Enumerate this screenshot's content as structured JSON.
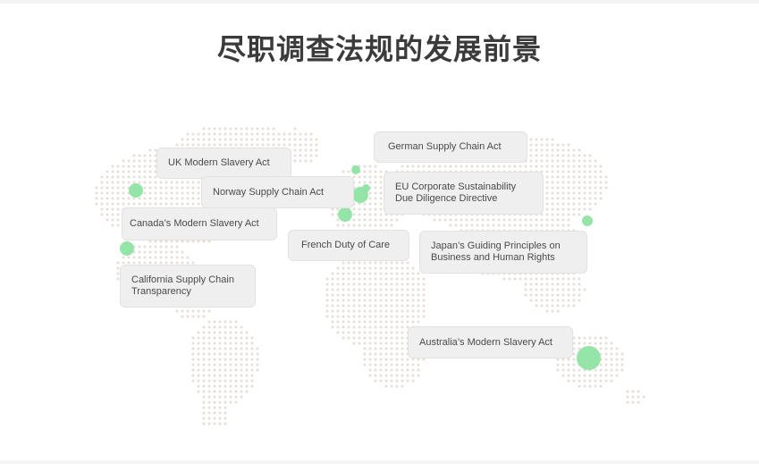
{
  "title": "尽职调查法规的发展前景",
  "colors": {
    "background": "#ffffff",
    "label_bg": "#efefef",
    "marker": "#8fe3a3",
    "map_dots": "#e6ddd6",
    "title_text": "#3b3b3b"
  },
  "regulations": [
    {
      "id": "uk",
      "label": "UK Modern Slavery Act"
    },
    {
      "id": "norway",
      "label": "Norway Supply Chain Act"
    },
    {
      "id": "canada",
      "label": "Canada’s Modern Slavery Act"
    },
    {
      "id": "california",
      "label": "California Supply Chain\nTransparency"
    },
    {
      "id": "french",
      "label": "French Duty of Care"
    },
    {
      "id": "german",
      "label": "German Supply Chain Act"
    },
    {
      "id": "eu",
      "label": "EU Corporate Sustainability\nDue Diligence Directive"
    },
    {
      "id": "japan",
      "label": "Japan’s Guiding Principles on\nBusiness and Human Rights"
    },
    {
      "id": "australia",
      "label": "Australia’s Modern Slavery Act"
    }
  ]
}
